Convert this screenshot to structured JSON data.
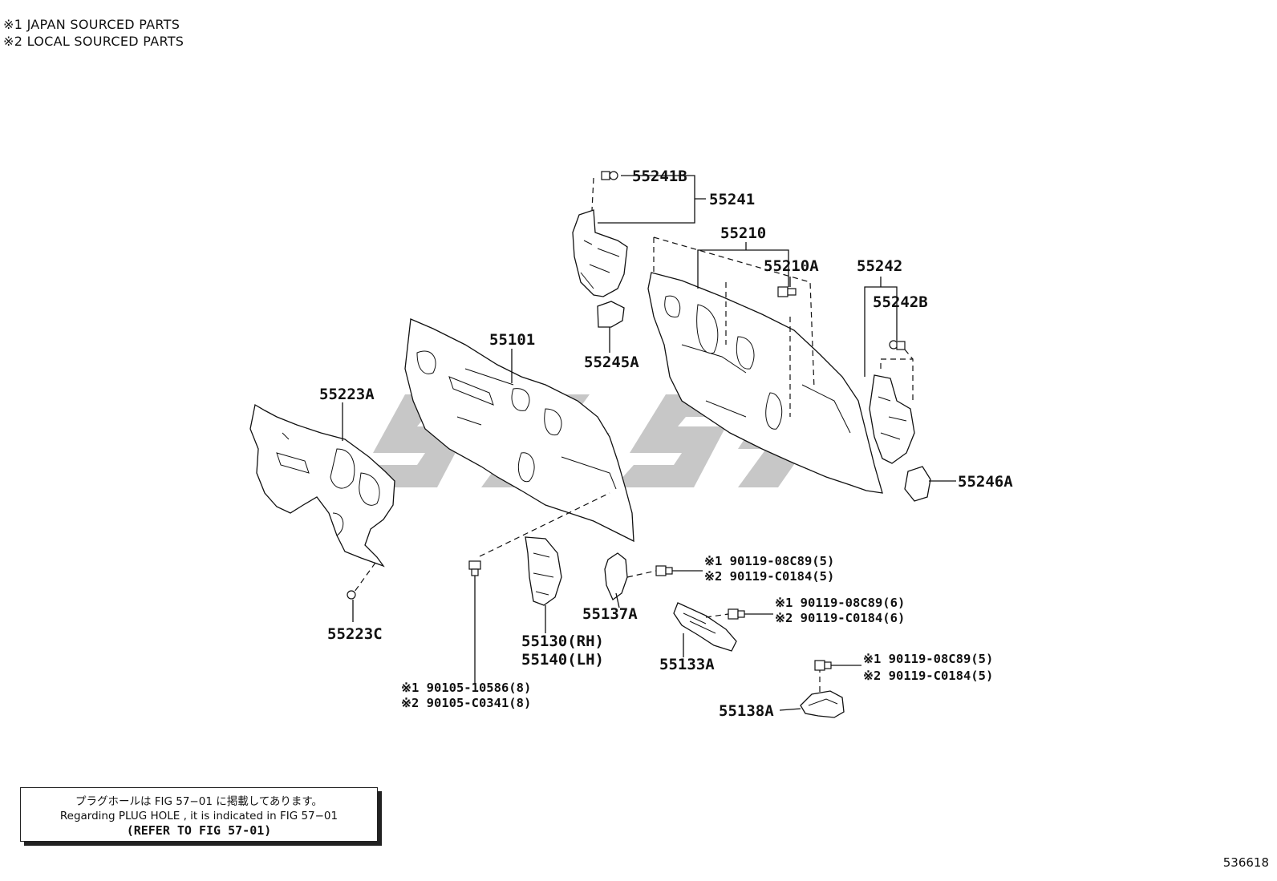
{
  "legend": {
    "line1": "※1 JAPAN SOURCED PARTS",
    "line2": "※2 LOCAL SOURCED PARTS"
  },
  "parts": {
    "p55241B": "55241B",
    "p55241": "55241",
    "p55210": "55210",
    "p55210A": "55210A",
    "p55242": "55242",
    "p55242B": "55242B",
    "p55245A": "55245A",
    "p55101": "55101",
    "p55223A": "55223A",
    "p55223C": "55223C",
    "p55246A": "55246A",
    "p55137A": "55137A",
    "p55130": "55130(RH)",
    "p55140": "55140(LH)",
    "p55133A": "55133A",
    "p55138A": "55138A"
  },
  "fasteners": {
    "f1a": "※1 90119-08C89(5)",
    "f1b": "※2 90119-C0184(5)",
    "f2a": "※1 90119-08C89(6)",
    "f2b": "※2 90119-C0184(6)",
    "f3a": "※1 90119-08C89(5)",
    "f3b": "※2 90119-C0184(5)",
    "f4a": "※1  90105-10586(8)",
    "f4b": "※2  90105-C0341(8)"
  },
  "note": {
    "jp": "プラグホールは FIG 57−01 に掲載してあります。",
    "en": "Regarding  PLUG  HOLE , it is indicated in FIG  57−01",
    "ref": "(REFER TO FIG 57-01)"
  },
  "figure_id": "536618"
}
